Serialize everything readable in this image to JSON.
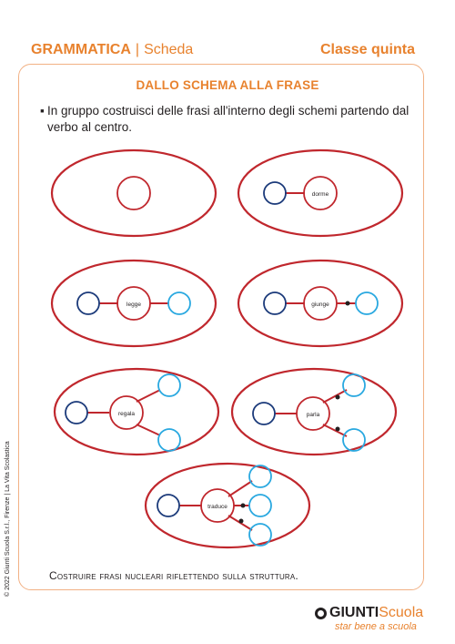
{
  "header": {
    "subject": "GRAMMATICA",
    "section": "Scheda",
    "grade": "Classe quinta"
  },
  "title": "DALLO SCHEMA ALLA FRASE",
  "instruction": "In gruppo costruisci delle frasi all'interno degli schemi partendo dal verbo al centro.",
  "schemes": [
    {
      "verb": ""
    },
    {
      "verb": "dorme"
    },
    {
      "verb": "legge"
    },
    {
      "verb": "giunge"
    },
    {
      "verb": "regala"
    },
    {
      "verb": "parla"
    },
    {
      "verb": "traduce"
    }
  ],
  "footer_note": "Costruire frasi nucleari riflettendo sulla struttura.",
  "copyright": "© 2022 Giunti Scuola S.r.l., Firenze | La Vita Scolastica",
  "logo": {
    "brand": "GIUNTI",
    "brand_suffix": "Scuola",
    "tagline": "star bene a scuola"
  },
  "colors": {
    "accent_orange": "#e8822e",
    "red": "#c0272d",
    "navy": "#1b3a7a",
    "cyan": "#29a8e0"
  }
}
